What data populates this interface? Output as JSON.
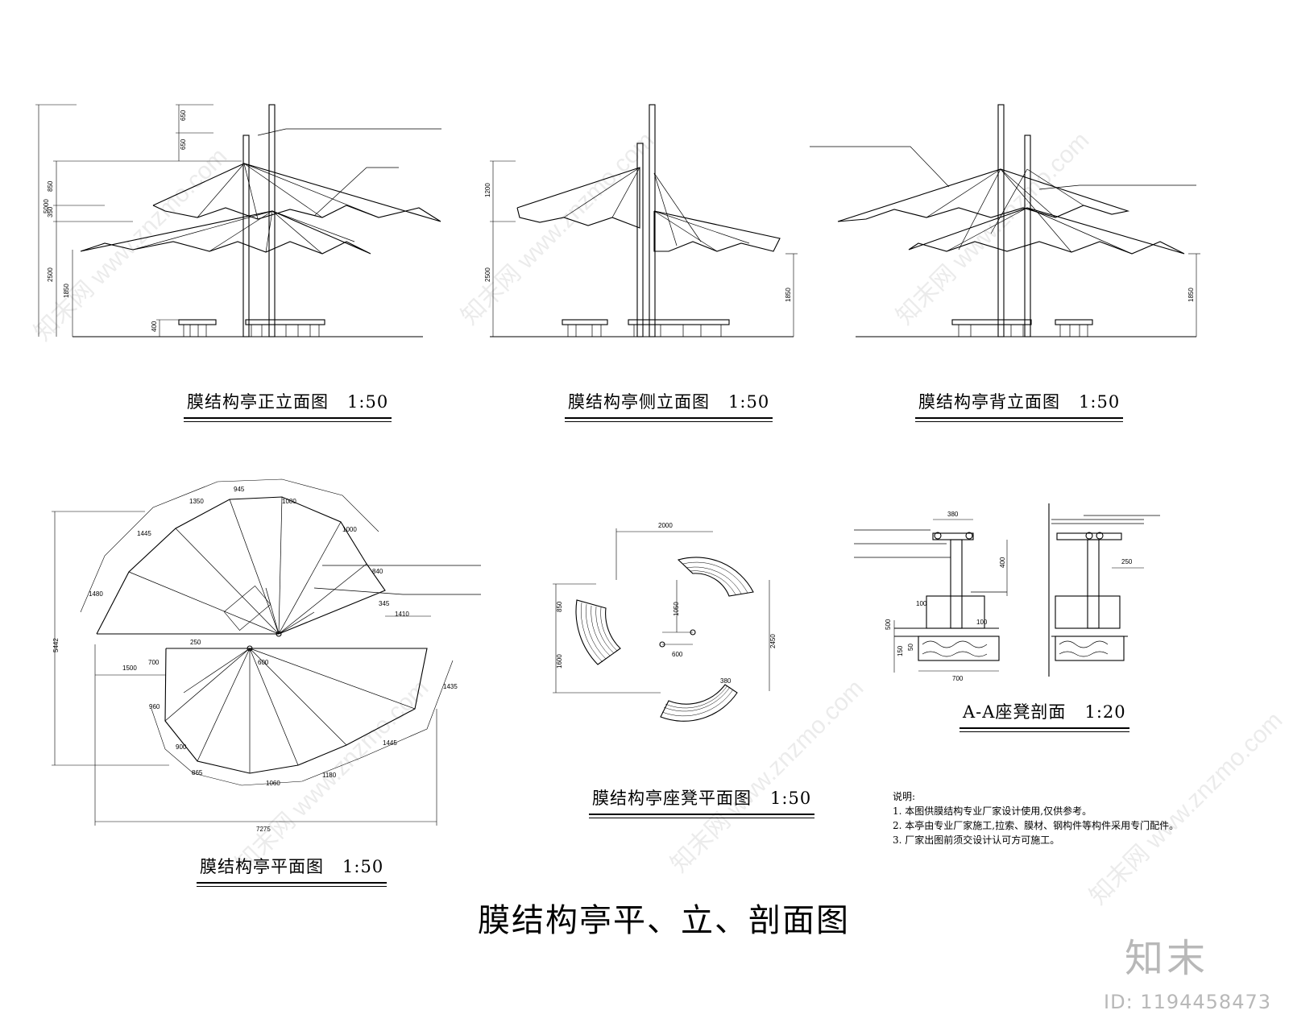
{
  "main_title": "膜结构亭平、立、剖面图",
  "views": {
    "front": {
      "title": "膜结构亭正立面图",
      "scale": "1:50"
    },
    "side": {
      "title": "膜结构亭侧立面图",
      "scale": "1:50"
    },
    "back": {
      "title": "膜结构亭背立面图",
      "scale": "1:50"
    },
    "plan": {
      "title": "膜结构亭平面图",
      "scale": "1:50"
    },
    "bench_plan": {
      "title": "膜结构亭座凳平面图",
      "scale": "1:50"
    },
    "section": {
      "title": "A-A座凳剖面",
      "scale": "1:20"
    }
  },
  "notes": {
    "heading": "说明:",
    "items": [
      "1. 本图供膜结构专业厂家设计使用,仅供参考。",
      "2. 本亭由专业厂家施工,拉索、膜材、钢构件等构件采用专门配件。",
      "3. 厂家出图前须交设计认可方可施工。"
    ]
  },
  "dimensions": {
    "front": [
      "5000",
      "650",
      "650",
      "850",
      "350",
      "2500",
      "1850",
      "400"
    ],
    "side": [
      "1200",
      "2500",
      "1850"
    ],
    "back": [
      "1850"
    ],
    "plan": [
      "945",
      "1350",
      "1080",
      "1445",
      "1000",
      "1480",
      "840",
      "1410",
      "345",
      "250",
      "1500",
      "700",
      "600",
      "960",
      "900",
      "865",
      "1060",
      "1180",
      "1445",
      "1435",
      "5442",
      "7275"
    ],
    "bench_plan": [
      "2000",
      "850",
      "1050",
      "1600",
      "600",
      "2450",
      "380"
    ],
    "section": [
      "380",
      "400",
      "250",
      "500",
      "150",
      "50",
      "100",
      "100",
      "700"
    ]
  },
  "watermark": "知末网 www.znzmo.com",
  "logo": "知末",
  "image_id": "ID: 1194458473"
}
